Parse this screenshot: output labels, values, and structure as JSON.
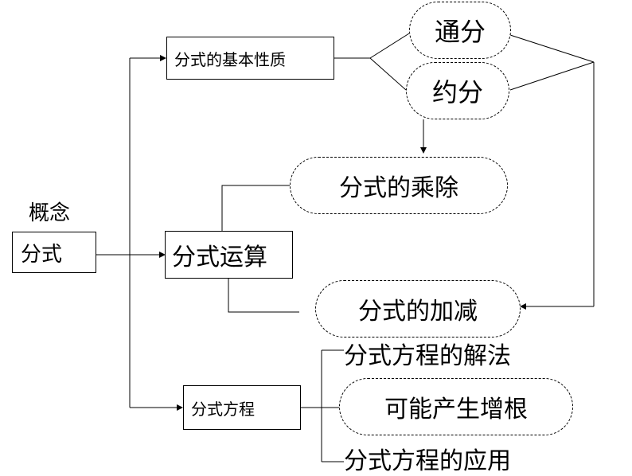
{
  "diagram": {
    "nodes": {
      "concept": "概念",
      "fenshi": "分式",
      "basic_property": "分式的基本性质",
      "tongfen": "通分",
      "yuefen": "约分",
      "mult_div": "分式的乘除",
      "operations": "分式运算",
      "add_sub": "分式的加减",
      "solution_method": "分式方程的解法",
      "equation": "分式方程",
      "extraneous_root": "可能产生增根",
      "equation_application": "分式方程的应用"
    }
  }
}
